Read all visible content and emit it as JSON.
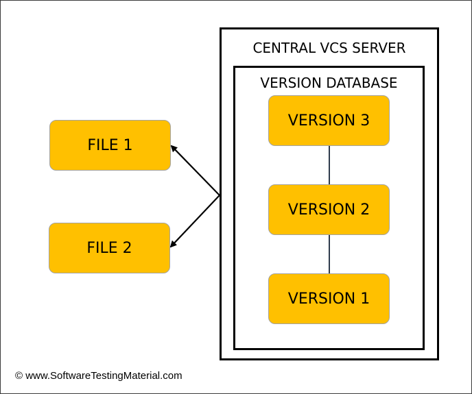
{
  "server": {
    "title": "CENTRAL VCS SERVER",
    "database": {
      "title": "VERSION DATABASE",
      "versions": [
        "VERSION 3",
        "VERSION 2",
        "VERSION 1"
      ]
    }
  },
  "files": [
    "FILE 1",
    "FILE 2"
  ],
  "footer": {
    "copyright": "© www.SoftwareTestingMaterial.com"
  },
  "colors": {
    "node_fill": "#ffc000",
    "node_border": "#a2a2a2",
    "connector": "#2f3b4c",
    "box_border": "#000000"
  }
}
